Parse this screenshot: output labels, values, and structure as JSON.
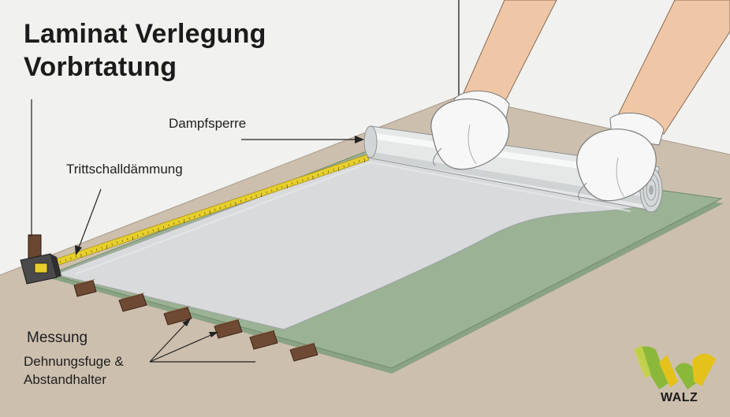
{
  "title": {
    "line1": "Laminat Verlegung",
    "line2": "Vorbrtatung"
  },
  "labels": {
    "dampfsperre": "Dampfsperre",
    "trittschall": "Trittschalldämmung",
    "messung": "Messung",
    "dehnungsfuge_line1": "Dehnungsfuge &",
    "dehnungsfuge_line2": "Abstandhalter"
  },
  "logo": {
    "text": "WALZ"
  },
  "icons": [
    "tape-measure-icon",
    "walz-logo-icon"
  ],
  "colors": {
    "background": "#f1f1ef",
    "floor": "#cdbfae",
    "underlay_green": "#9bb294",
    "vapor_barrier": "#d9dbdb",
    "roll": "#e6e8e8",
    "tape_yellow": "#e7cf2c",
    "spacer_brown": "#6e4a34",
    "glove": "#f7f7f7",
    "skin": "#f0c7a6",
    "logo_green": "#8ab83a",
    "logo_yellow": "#e4c21b"
  }
}
